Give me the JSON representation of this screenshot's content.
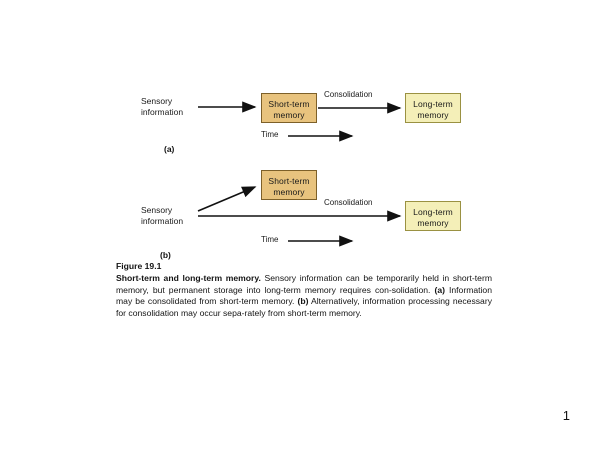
{
  "slide": {
    "page_number": "1",
    "background_color": "#ffffff"
  },
  "figure": {
    "number_label": "Figure 19.1",
    "title": "Short-term and long-term memory.",
    "caption_part1": " Sensory information can be temporarily held in short-term memory, but permanent storage into long-term memory requires con-solidation. ",
    "caption_a_marker": "(a)",
    "caption_part2": " Information may be consolidated from short-term memory. ",
    "caption_b_marker": "(b)",
    "caption_part3": " Alternatively, information processing necessary for consolidation may occur sepa-rately from short-term memory.",
    "colors": {
      "short_term_fill": "#e8c37e",
      "short_term_border": "#7d6029",
      "long_term_fill": "#f4efb8",
      "long_term_border": "#9a9142",
      "arrow": "#111111"
    }
  },
  "panel_a": {
    "marker": "(a)",
    "sensory_line1": "Sensory",
    "sensory_line2": "information",
    "short_term_line1": "Short-term",
    "short_term_line2": "memory",
    "long_term_line1": "Long-term",
    "long_term_line2": "memory",
    "consolidation_label": "Consolidation",
    "time_label": "Time"
  },
  "panel_b": {
    "marker": "(b)",
    "sensory_line1": "Sensory",
    "sensory_line2": "information",
    "short_term_line1": "Short-term",
    "short_term_line2": "memory",
    "long_term_line1": "Long-term",
    "long_term_line2": "memory",
    "consolidation_label": "Consolidation",
    "time_label": "Time"
  }
}
